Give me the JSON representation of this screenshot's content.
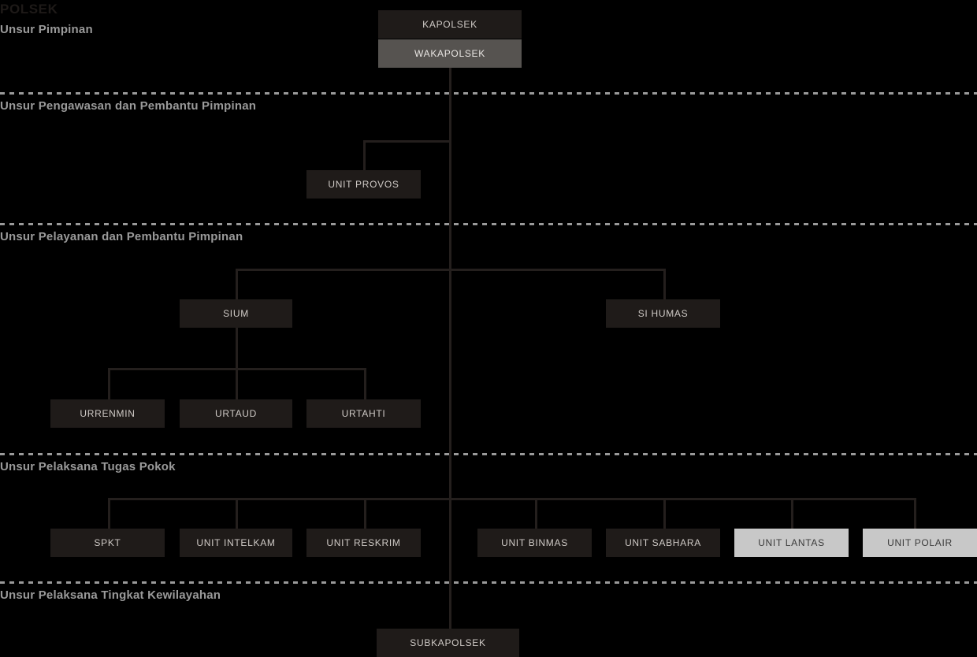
{
  "page": {
    "heading": "POLSEK",
    "background_color": "#000000",
    "box_dark_color": "#1f1b19",
    "box_mid_color": "#565350",
    "box_light_color": "#c8c8c8",
    "label_color": "#9a9a9a",
    "line_color": "#241f1d"
  },
  "sections": [
    {
      "label": "Unsur Pimpinan"
    },
    {
      "label": "Unsur Pengawasan dan Pembantu Pimpinan"
    },
    {
      "label": "Unsur Pelayanan dan Pembantu Pimpinan"
    },
    {
      "label": "Unsur Pelaksana Tugas Pokok"
    },
    {
      "label": "Unsur Pelaksana Tingkat Kewilayahan"
    }
  ],
  "nodes": {
    "kapolsek": "KAPOLSEK",
    "wakapolsek": "WAKAPOLSEK",
    "unit_provos": "UNIT PROVOS",
    "sium": "SIUM",
    "si_humas": "SI HUMAS",
    "urrenmin": "URRENMIN",
    "urtaud": "URTAUD",
    "urtahti": "URTAHTI",
    "spkt": "SPKT",
    "unit_intelkam": "UNIT INTELKAM",
    "unit_reskrim": "UNIT RESKRIM",
    "unit_binmas": "UNIT BINMAS",
    "unit_sabhara": "UNIT SABHARA",
    "unit_lantas": "UNIT LANTAS",
    "unit_polair": "UNIT POLAIR",
    "subkapolsek": "SUBKAPOLSEK"
  }
}
